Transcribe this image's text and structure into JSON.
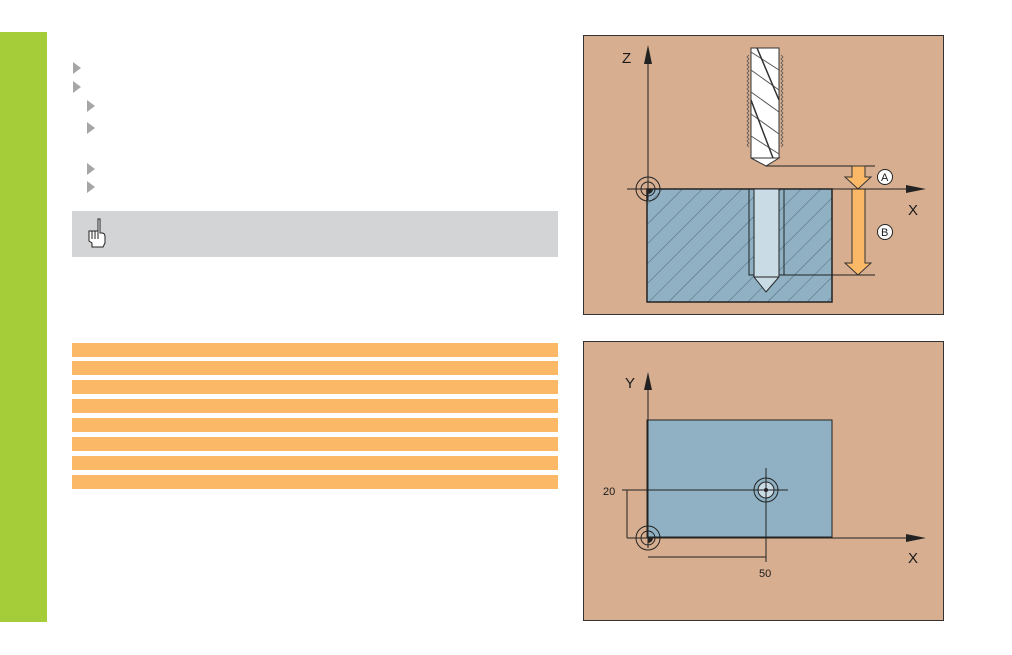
{
  "figure1": {
    "z_axis_label": "Z",
    "x_axis_label": "X",
    "callout_a": "A",
    "callout_b": "B"
  },
  "figure2": {
    "y_axis_label": "Y",
    "x_axis_label": "X",
    "dim_y": "20",
    "dim_x": "50"
  },
  "colors": {
    "sidebar": "#a4cd39",
    "table_row": "#fbb867",
    "figure_bg": "#d7ae90",
    "workpiece": "#8fb1c3",
    "arrow": "#fbb867"
  }
}
